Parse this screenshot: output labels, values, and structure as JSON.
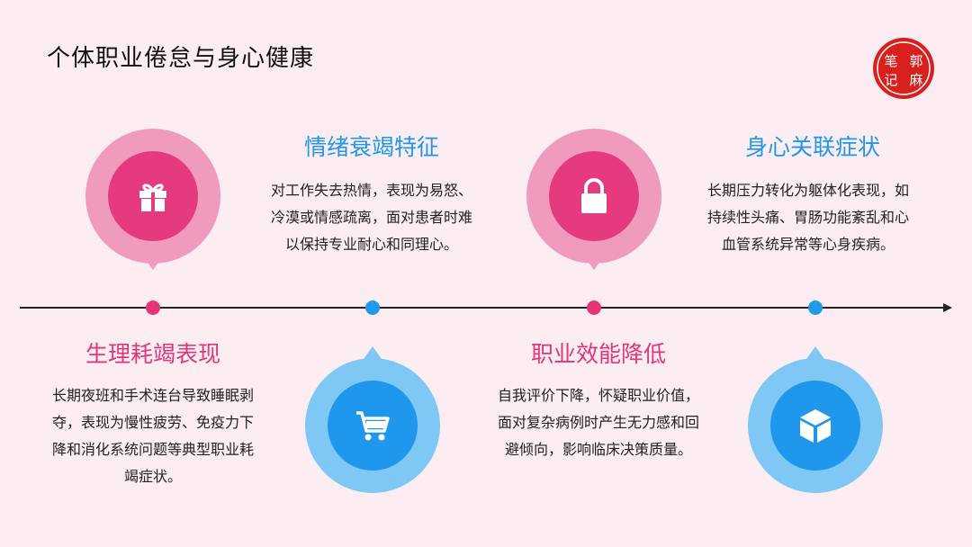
{
  "page_title": "个体职业倦怠与身心健康",
  "logo": {
    "chars": [
      "笔",
      "郭",
      "记",
      "麻"
    ],
    "color": "#d8201f"
  },
  "colors": {
    "pink": "#e63a80",
    "pink_light": "#f09bbd",
    "blue": "#1f97ec",
    "blue_light": "#7fc7f5",
    "background": "#fcedf3"
  },
  "cards": [
    {
      "title": "生理耗竭表现",
      "body": "长期夜班和手术连台导致睡眠剥夺，表现为慢性疲劳、免疫力下降和消化系统问题等典型职业耗竭症状。",
      "icon": "gift-icon",
      "theme": "pink"
    },
    {
      "title": "情绪衰竭特征",
      "body": "对工作失去热情，表现为易怒、冷漠或情感疏离，面对患者时难以保持专业耐心和同理心。",
      "icon": "cart-icon",
      "theme": "blue"
    },
    {
      "title": "职业效能降低",
      "body": "自我评价下降，怀疑职业价值，面对复杂病例时产生无力感和回避倾向，影响临床决策质量。",
      "icon": "lock-icon",
      "theme": "pink"
    },
    {
      "title": "身心关联症状",
      "body": "长期压力转化为躯体化表现，如持续性头痛、胃肠功能紊乱和心血管系统异常等心身疾病。",
      "icon": "cube-icon",
      "theme": "blue"
    }
  ]
}
